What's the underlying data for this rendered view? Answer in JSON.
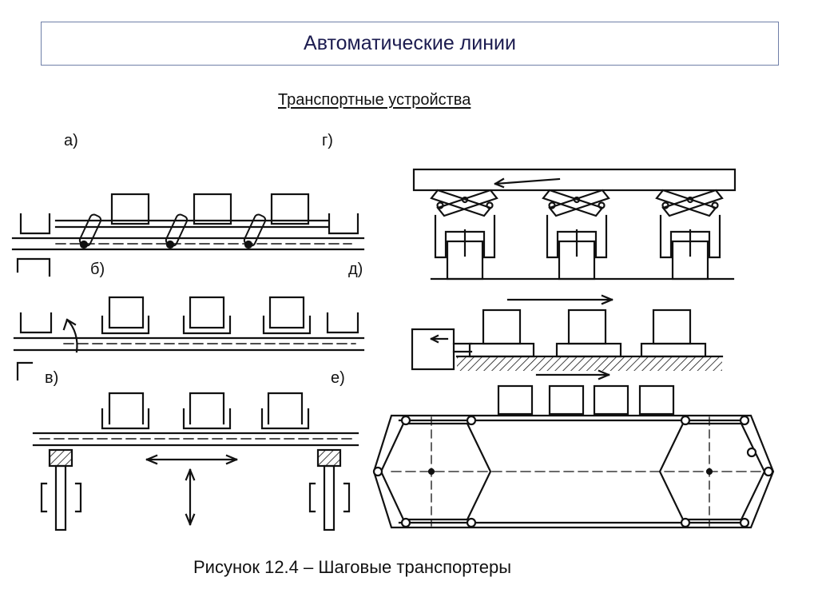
{
  "slide": {
    "title": "Автоматические линии",
    "subtitle": "Транспортные устройства",
    "caption": "Рисунок 12.4 – Шаговые транспортеры"
  },
  "labels": {
    "a": "а)",
    "b": "б)",
    "v": "в)",
    "g": "г)",
    "d": "д)",
    "e": "е)"
  },
  "colors": {
    "title_border": "#6f7fa8",
    "title_text": "#1c1c50",
    "line": "#111111"
  }
}
